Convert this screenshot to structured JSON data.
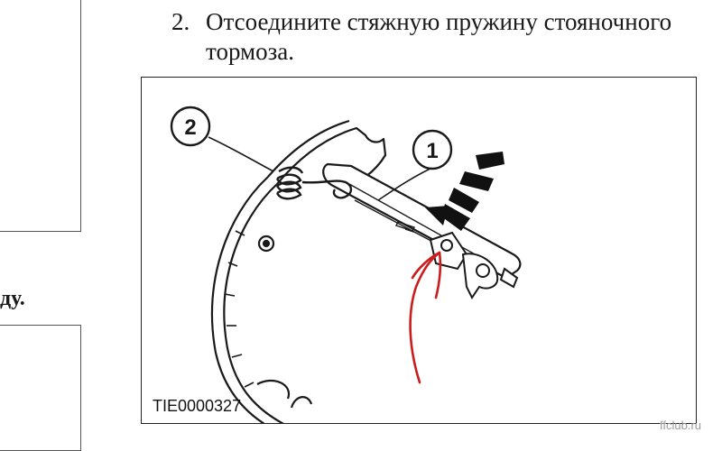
{
  "document": {
    "left_fragment": "ду.",
    "step": {
      "number": "2.",
      "text": "Отсоедините стяжную пружину стояночного тормоза."
    },
    "figure": {
      "callouts": [
        "1",
        "2"
      ],
      "code": "TIE0000327"
    }
  },
  "watermark": "ffclub.ru",
  "colors": {
    "ink": "#1a1a1a",
    "annotation": "#cc1c1c",
    "watermark": "#9a9a9a"
  }
}
